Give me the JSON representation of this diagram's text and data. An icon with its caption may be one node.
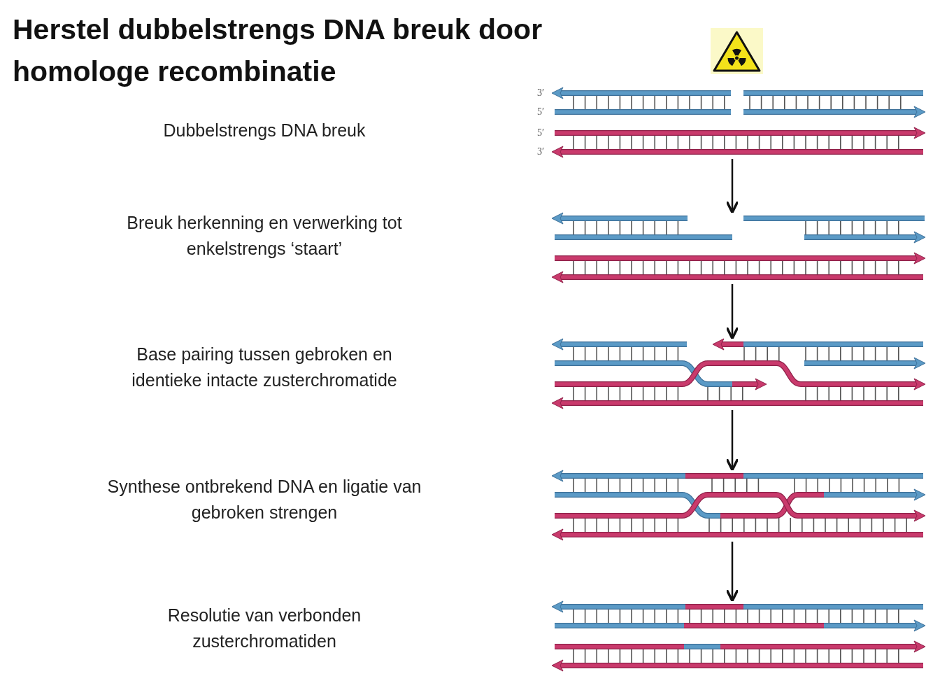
{
  "diagram": {
    "title": "Herstel dubbelstrengs DNA breuk door homologe recombinatie",
    "nodes": [
      {
        "text": [],
        "shape": "picture",
        "beside": [
          "3′",
          "5′",
          "5′",
          "3′"
        ]
      },
      {
        "text": [],
        "shape": "picture"
      },
      {
        "text": [],
        "shape": "picture"
      },
      {
        "text": [],
        "shape": "picture"
      },
      {
        "text": [],
        "shape": "picture"
      }
    ],
    "edges": [
      {
        "from": 0,
        "to": 1,
        "arrow": "to"
      },
      {
        "from": 1,
        "to": 2,
        "arrow": "to"
      },
      {
        "from": 2,
        "to": 3,
        "arrow": "to"
      },
      {
        "from": 3,
        "to": 4,
        "arrow": "to"
      }
    ],
    "labels": [
      "Dubbelstrengs DNA breuk",
      "Breuk herkenning en verwerking tot enkelstrengs ‘staart’",
      "Base pairing tussen gebroken en identieke intacte zusterchromatide",
      "Synthese ontbrekend DNA en ligatie van gebroken strengen",
      "Resolutie van verbonden zusterchromatiden"
    ]
  }
}
